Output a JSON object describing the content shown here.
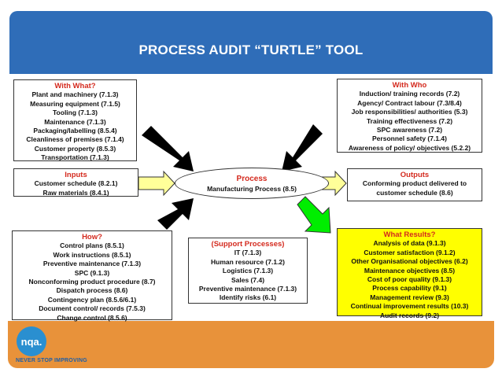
{
  "header": {
    "title": "PROCESS AUDIT  “TURTLE” TOOL"
  },
  "with_what": {
    "title": "With What?",
    "items": [
      "Plant and machinery (7.1.3)",
      "Measuring equipment (7.1.5)",
      "Tooling (7.1.3)",
      "Maintenance (7.1.3)",
      "Packaging/labelling (8.5.4)",
      "Cleanliness of premises (7.1.4)",
      "Customer property (8.5.3)",
      "Transportation (7.1.3)"
    ]
  },
  "with_who": {
    "title": "With Who",
    "items": [
      "Induction/ training records (7.2)",
      "Agency/ Contract labour (7.3/8.4)",
      "Job responsibilities/ authorities (5.3)",
      "Training effectiveness (7.2)",
      "SPC awareness (7.2)",
      "Personnel safety (7.1.4)",
      "Awareness of policy/ objectives (5.2.2)"
    ]
  },
  "inputs": {
    "title": "Inputs",
    "items": [
      "Customer schedule (8.2.1)",
      "Raw materials (8.4.1)"
    ]
  },
  "process": {
    "title": "Process",
    "subtitle": "Manufacturing Process (8.5)"
  },
  "outputs": {
    "title": "Outputs",
    "items": [
      "Conforming product delivered to",
      "customer schedule (8.6)"
    ]
  },
  "how": {
    "title": "How?",
    "items": [
      "Control plans (8.5.1)",
      "Work instructions (8.5.1)",
      "Preventive maintenance (7.1.3)",
      "SPC (9.1.3)",
      "Nonconforming product procedure (8.7)",
      "Dispatch process (8.6)",
      "Contingency plan (8.5.6/6.1)",
      "Document control/ records (7.5.3)",
      "Change control (8.5.6)"
    ]
  },
  "support": {
    "title": "(Support Processes)",
    "items": [
      "IT (7.1.3)",
      "Human resource (7.1.2)",
      "Logistics (7.1.3)",
      "Sales (7.4)",
      "Preventive maintenance (7.1.3)",
      "Identify risks (6.1)"
    ]
  },
  "results": {
    "title": "What Results?",
    "items": [
      "Analysis of data (9.1.3)",
      "Customer satisfaction (9.1.2)",
      "Other Organisational objectives (6.2)",
      "Maintenance objectives (8.5)",
      "Cost of poor quality (9.1.3)",
      "Process capability (9.1)",
      "Management review (9.3)",
      "Continual improvement results (10.3)",
      "Audit records (9.2)"
    ]
  },
  "footer": {
    "logo_text": "nqa.",
    "tagline": "NEVER STOP IMPROVING"
  },
  "colors": {
    "header": "#2f6db8",
    "footer": "#e8923a",
    "title_red": "#d42a1e",
    "results_bg": "#ffff00",
    "arrow_yellow": "#ffff99",
    "arrow_green": "#00ee00"
  }
}
